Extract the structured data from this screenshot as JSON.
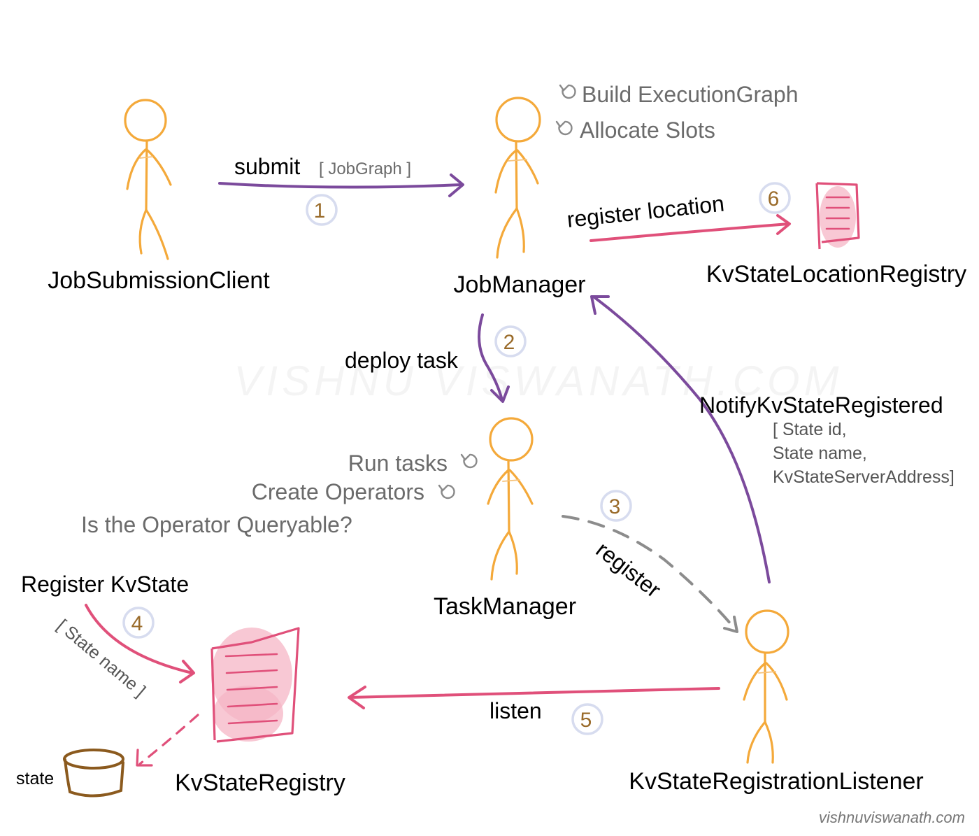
{
  "watermark": "VISHNU VISWANATH.COM",
  "credit": "vishnuviswanath.com",
  "actors": {
    "client": "JobSubmissionClient",
    "jobmanager": "JobManager",
    "taskmanager": "TaskManager",
    "listener": "KvStateRegistrationListener"
  },
  "registries": {
    "location": "KvStateLocationRegistry",
    "kvstate": "KvStateRegistry"
  },
  "state_store": "state",
  "jobmanager_notes": [
    "Build ExecutionGraph",
    "Allocate Slots"
  ],
  "taskmanager_notes": [
    "Run tasks",
    "Create Operators",
    "Is the Operator Queryable?"
  ],
  "steps": [
    {
      "number": "1",
      "label": "submit",
      "detail": "[ JobGraph ]"
    },
    {
      "number": "2",
      "label": "deploy task"
    },
    {
      "number": "3",
      "label": "register"
    },
    {
      "number": "4",
      "label": "Register KvState",
      "detail": "[ State name ]"
    },
    {
      "number": "5",
      "label": "listen"
    },
    {
      "number": "6",
      "label": "register location"
    }
  ],
  "notify": {
    "label": "NotifyKvStateRegistered",
    "details": [
      "[ State id,",
      "State name,",
      "KvStateServerAddress]"
    ]
  },
  "colors": {
    "actor": "#f4a93a",
    "purple_arrow": "#7b4a9c",
    "pink_arrow": "#e0507a",
    "gray_arrow": "#8c8c8c",
    "step_number": "#9a6b2a",
    "state_store": "#8b5a1e"
  }
}
